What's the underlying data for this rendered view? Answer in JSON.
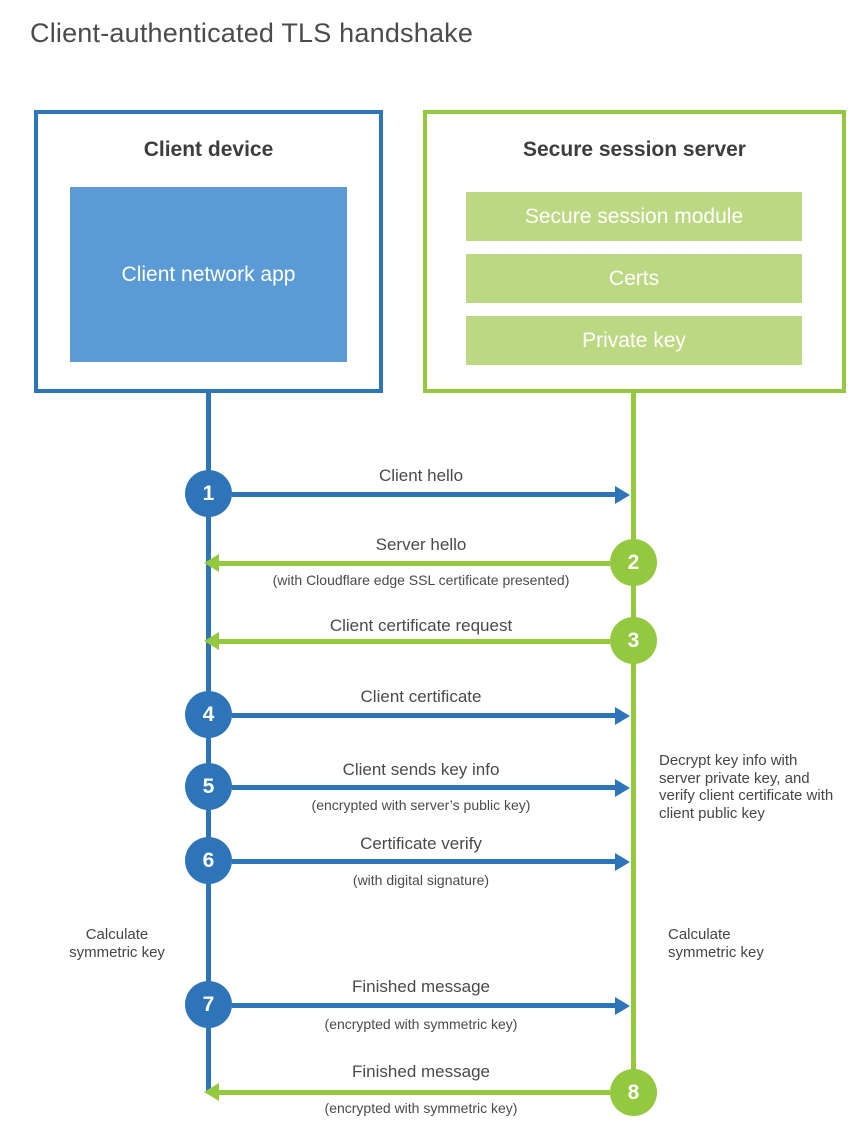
{
  "title": "Client-authenticated TLS handshake",
  "colors": {
    "client_accent": "#2e74b8",
    "client_fill": "#5b9bd5",
    "server_accent": "#94c83e",
    "server_fill": "#bdd883",
    "heading_text": "#3d3d3d",
    "label_text": "#4a4a4a"
  },
  "client_box": {
    "title": "Client device",
    "inner_label": "Client network app"
  },
  "server_box": {
    "title": "Secure session server",
    "modules": [
      "Secure session module",
      "Certs",
      "Private key"
    ]
  },
  "steps": [
    {
      "num": "1",
      "from": "client",
      "direction": "right",
      "label": "Client hello",
      "sub": ""
    },
    {
      "num": "2",
      "from": "server",
      "direction": "left",
      "label": "Server hello",
      "sub": "(with Cloudflare edge SSL certificate presented)"
    },
    {
      "num": "3",
      "from": "server",
      "direction": "left",
      "label": "Client certificate request",
      "sub": ""
    },
    {
      "num": "4",
      "from": "client",
      "direction": "right",
      "label": "Client certificate",
      "sub": ""
    },
    {
      "num": "5",
      "from": "client",
      "direction": "right",
      "label": "Client sends key info",
      "sub": "(encrypted with server’s public key)"
    },
    {
      "num": "6",
      "from": "client",
      "direction": "right",
      "label": "Certificate verify",
      "sub": "(with digital signature)"
    },
    {
      "num": "7",
      "from": "client",
      "direction": "right",
      "label": "Finished message",
      "sub": "(encrypted with symmetric key)"
    },
    {
      "num": "8",
      "from": "server",
      "direction": "left",
      "label": "Finished message",
      "sub": "(encrypted with symmetric key)"
    }
  ],
  "annotations": {
    "server_note": "Decrypt key info with server private key, and verify client certificate with client public key",
    "calc_left": "Calculate symmetric key",
    "calc_right": "Calculate symmetric key"
  }
}
